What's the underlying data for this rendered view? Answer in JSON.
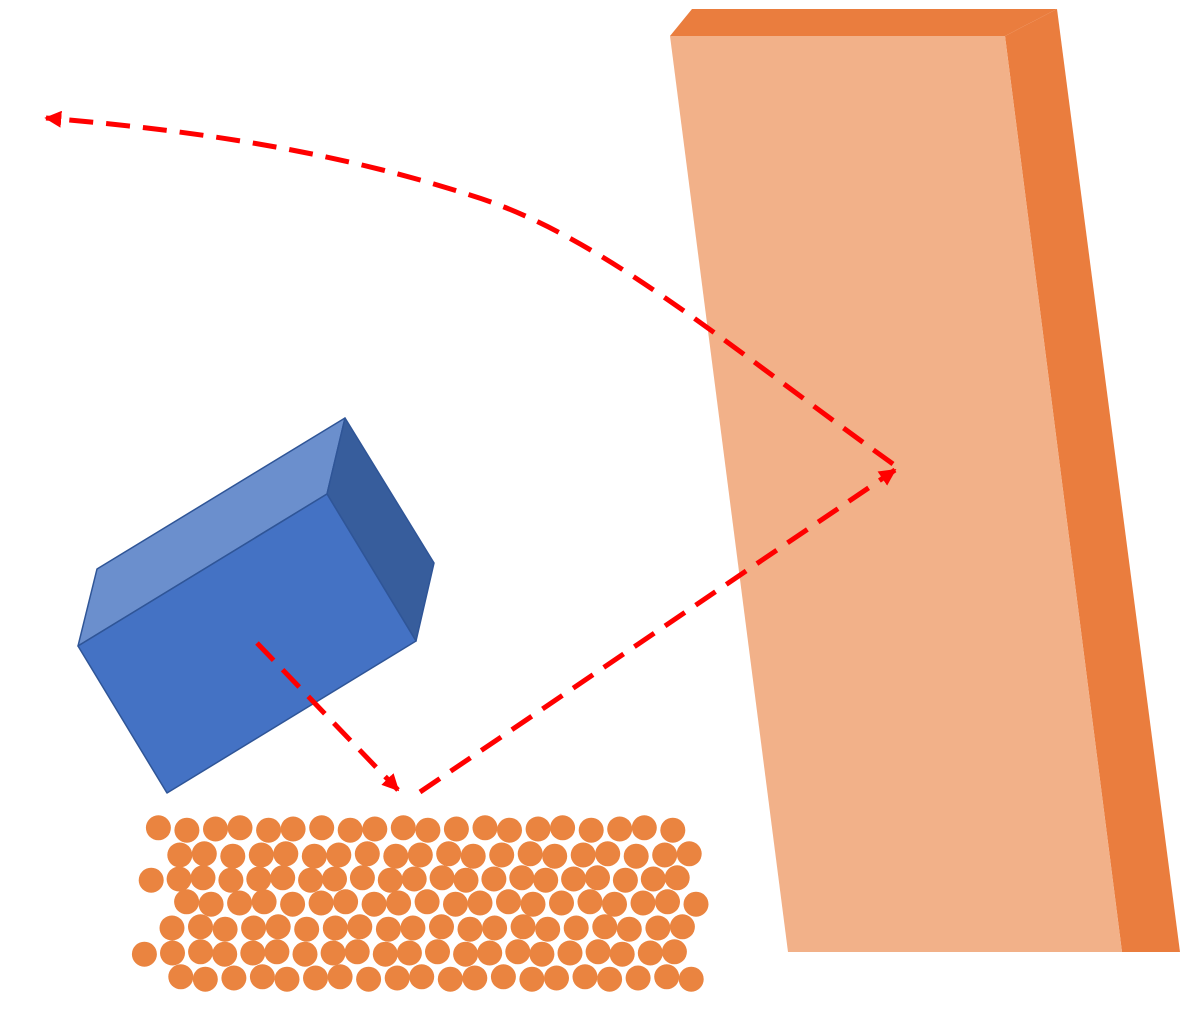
{
  "colors": {
    "background": "#ffffff",
    "block_front": "#4472c4",
    "block_top": "#6b8fcd",
    "block_side": "#375d9c",
    "block_edge": "#2f5597",
    "wall_face": "#f2b189",
    "wall_edge": "#ea7d3e",
    "particles": "#ea8440",
    "path": "#ff0000"
  },
  "diagram": {
    "objects": [
      {
        "id": "block",
        "shape": "rectangular-prism",
        "color": "blue"
      },
      {
        "id": "particle-layer",
        "shape": "particle-grid",
        "color": "orange",
        "rows": 7
      },
      {
        "id": "wall",
        "shape": "slab",
        "color": "orange"
      }
    ],
    "paths": [
      {
        "id": "block-to-particles",
        "style": "dashed",
        "arrowhead": "end"
      },
      {
        "id": "particles-to-wall",
        "style": "dashed",
        "arrowhead": "end"
      },
      {
        "id": "wall-to-left",
        "style": "dashed",
        "arrowhead": "end"
      }
    ]
  }
}
